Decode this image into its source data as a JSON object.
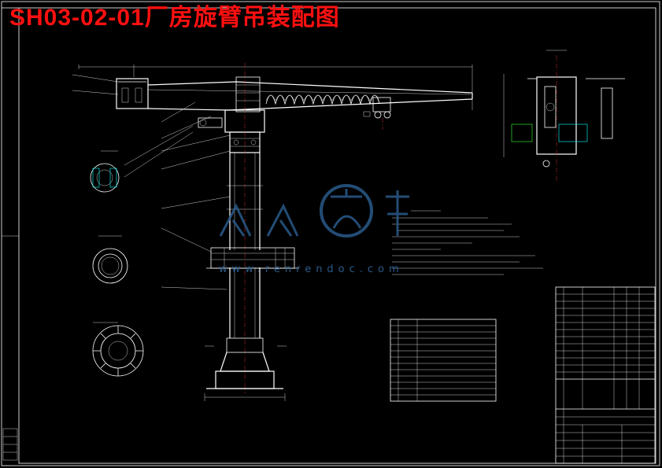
{
  "drawing_title": "SH03-02-01厂房旋臂吊装配图",
  "watermark": {
    "logo_text": "人人文库",
    "url_text": "www.renrendoc.com"
  },
  "colors": {
    "background": "#000000",
    "title": "#ff1010",
    "lines": "#ffffff",
    "watermark": "#2a5a8a"
  }
}
